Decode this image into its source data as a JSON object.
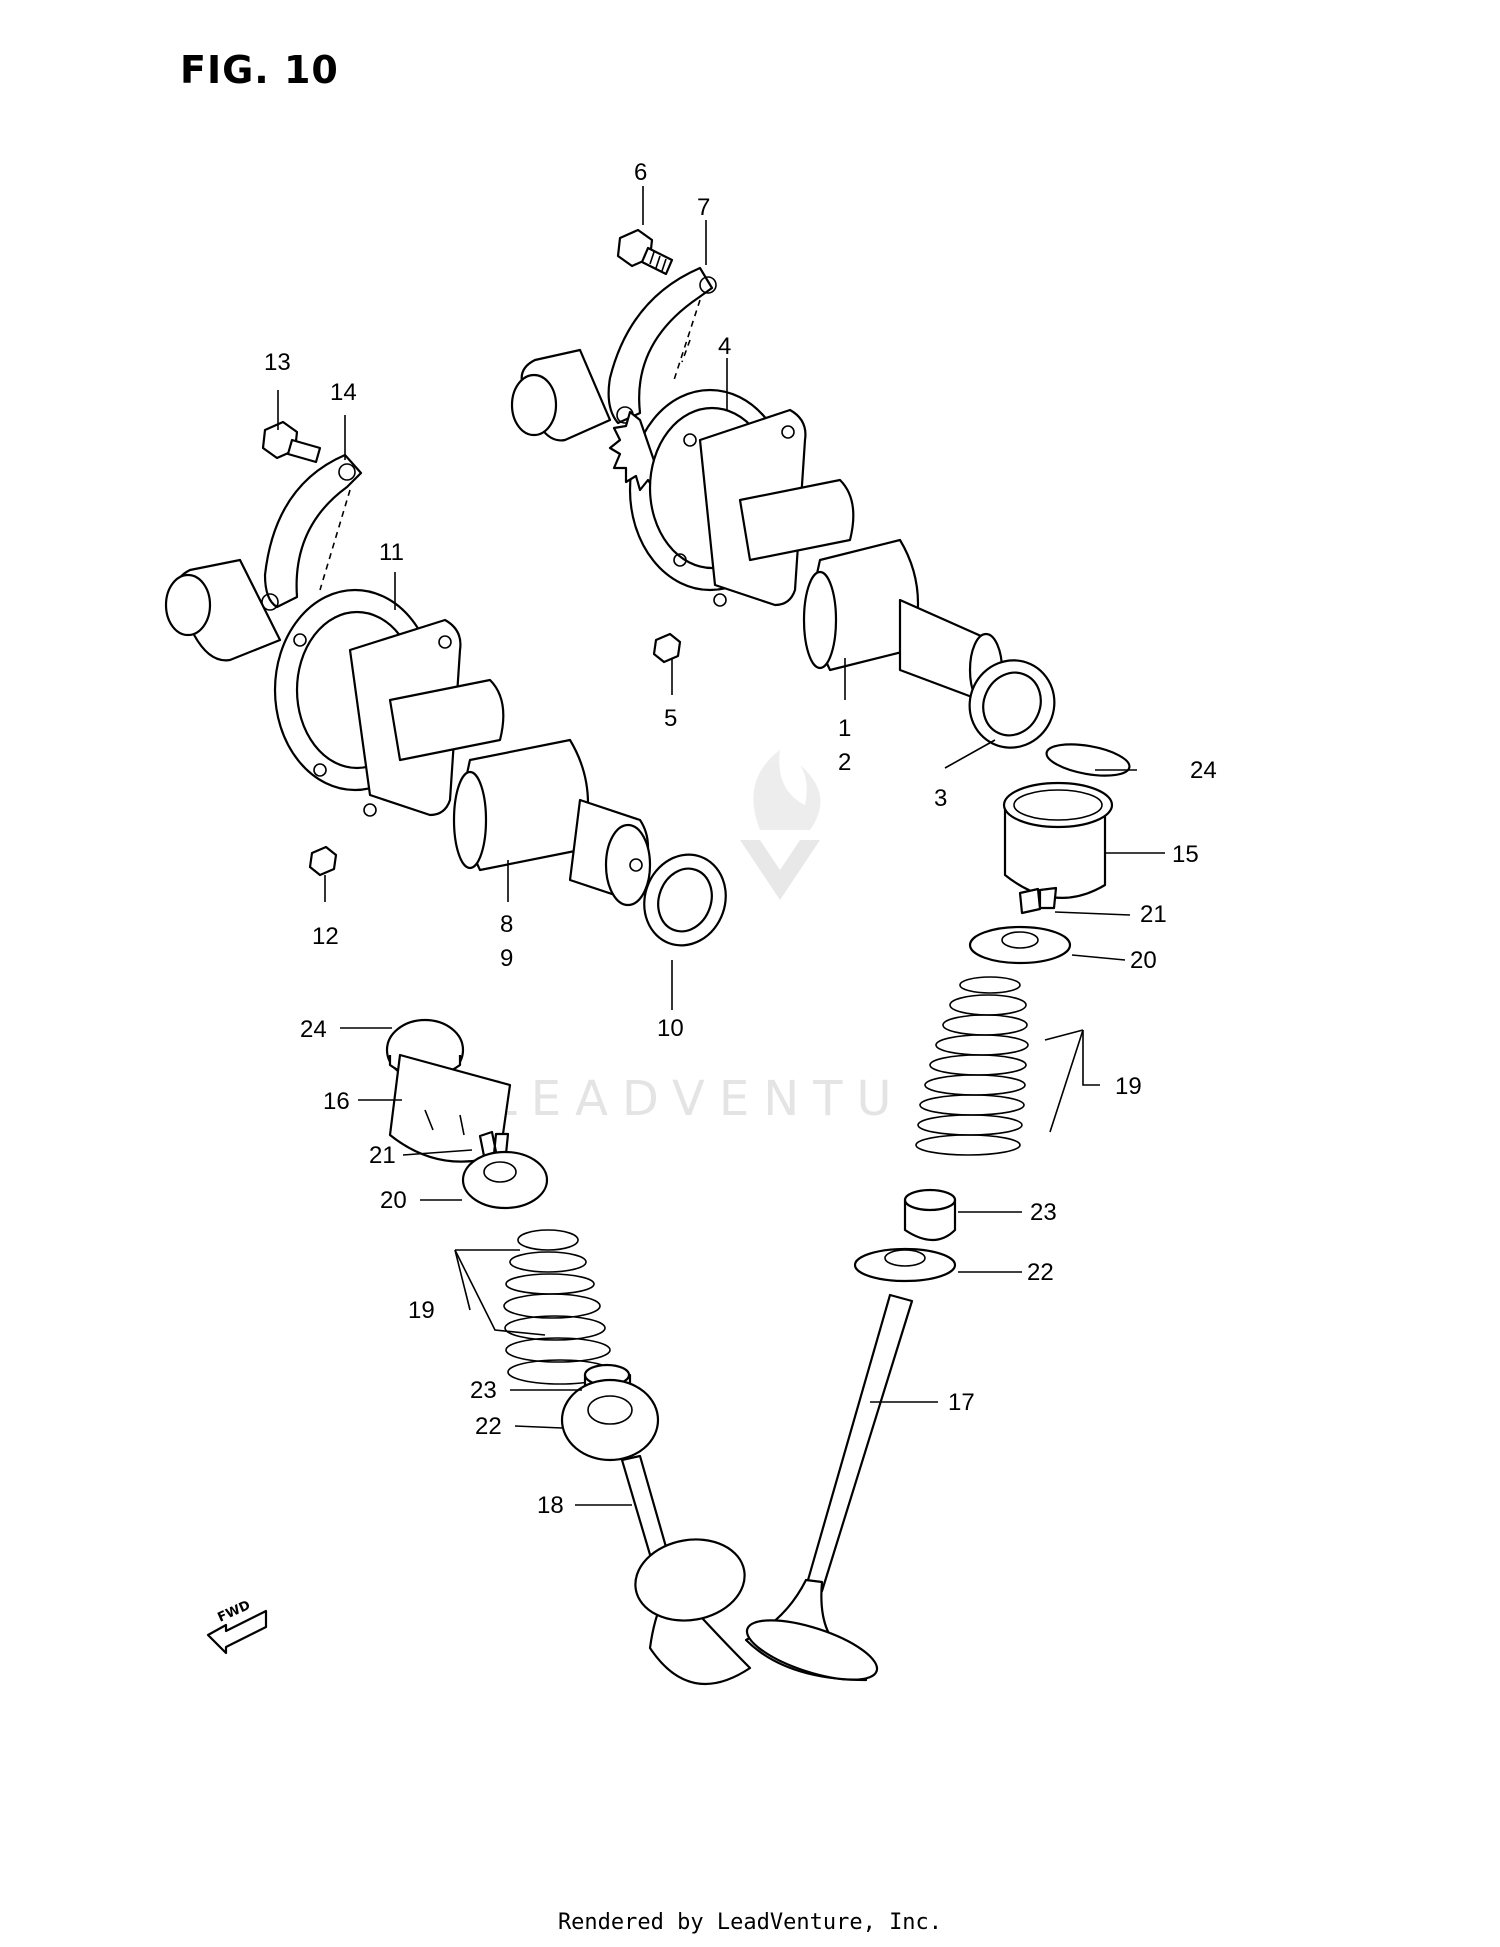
{
  "figure": {
    "title": "FIG. 10",
    "footer": "Rendered by LeadVenture, Inc.",
    "watermark": "LEADVENTU"
  },
  "fwd_marker": "FWD",
  "labels": {
    "p1": "1",
    "p2": "2",
    "p3": "3",
    "p4": "4",
    "p5": "5",
    "p6": "6",
    "p7": "7",
    "p8": "8",
    "p9": "9",
    "p10": "10",
    "p11": "11",
    "p12": "12",
    "p13": "13",
    "p14": "14",
    "p15": "15",
    "p16": "16",
    "p17": "17",
    "p18": "18",
    "p19a": "19",
    "p19b": "19",
    "p20a": "20",
    "p20b": "20",
    "p21a": "21",
    "p21b": "21",
    "p22a": "22",
    "p22b": "22",
    "p23a": "23",
    "p23b": "23",
    "p24a": "24",
    "p24b": "24"
  }
}
